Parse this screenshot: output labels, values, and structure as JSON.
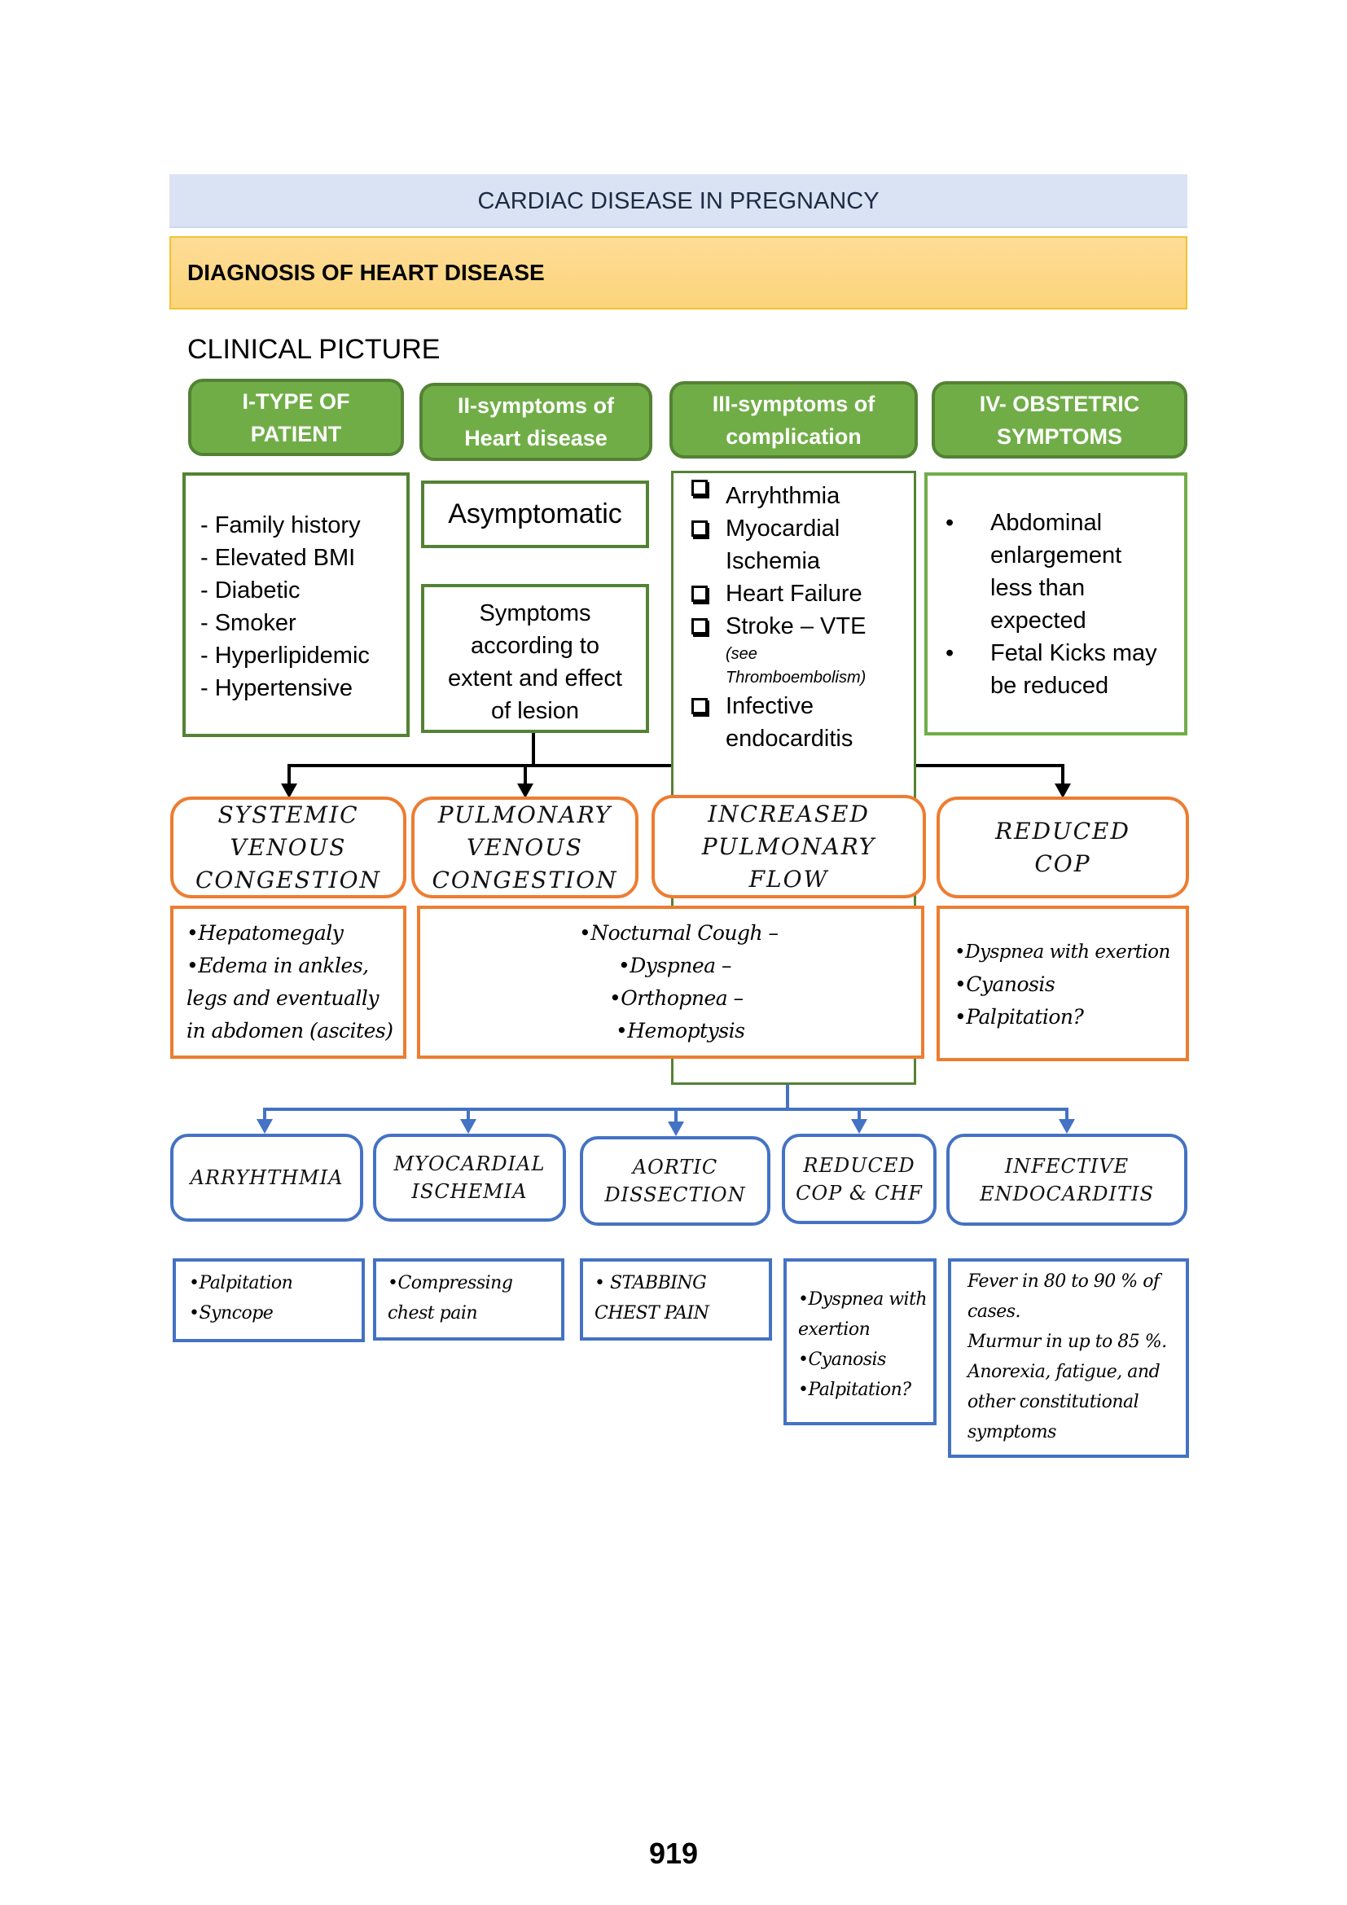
{
  "header": {
    "title": "CARDIAC DISEASE IN PREGNANCY",
    "section": "DIAGNOSIS OF HEART DISEASE",
    "subsection": "CLINICAL PICTURE"
  },
  "columns": {
    "type_of_patient": {
      "heading_line1": "I-TYPE OF",
      "heading_line2": "PATIENT",
      "items": [
        "- Family history",
        "- Elevated BMI",
        "- Diabetic",
        "- Smoker",
        "- Hyperlipidemic",
        "- Hypertensive"
      ]
    },
    "heart_disease": {
      "heading_line1": "II-symptoms of",
      "heading_line2": "Heart disease",
      "asymptomatic": "Asymptomatic",
      "symptoms_lines": [
        "Symptoms",
        "according to",
        "extent and effect",
        "of lesion"
      ]
    },
    "complication": {
      "heading_line1": "III-symptoms of",
      "heading_line2": "complication",
      "items": [
        {
          "label": "Arryhthmia"
        },
        {
          "label": "Myocardial Ischemia"
        },
        {
          "label": "Heart Failure"
        },
        {
          "label": "Stroke – VTE",
          "note": "(see Thromboembolism)"
        },
        {
          "label": "Infective endocarditis"
        }
      ]
    },
    "obstetric": {
      "heading_line1": "IV- OBSTETRIC",
      "heading_line2": "SYMPTOMS",
      "items": [
        "Abdominal enlargement less than expected",
        "Fetal Kicks may be reduced"
      ]
    }
  },
  "heart_effects": [
    {
      "title_lines": [
        "SYSTEMIC",
        "VENOUS",
        "CONGESTION"
      ],
      "details": [
        "•Hepatomegaly",
        "•Edema in ankles, legs and eventually in abdomen (ascites)"
      ]
    },
    {
      "title_lines": [
        "PULMONARY",
        "VENOUS",
        "CONGESTION"
      ]
    },
    {
      "title_lines": [
        "INCREASED",
        "PULMONARY",
        "FLOW"
      ]
    },
    {
      "title_lines": [
        "REDUCED",
        "COP"
      ],
      "details": [
        "•Dyspnea with exertion",
        "•Cyanosis",
        "•Palpitation?"
      ]
    }
  ],
  "pulmonary_details": [
    "•Nocturnal Cough –",
    "•Dyspnea –",
    "•Orthopnea –",
    "•Hemoptysis"
  ],
  "complications": [
    {
      "title_lines": [
        "ARRYHTHMIA"
      ],
      "details": [
        "•Palpitation",
        "•Syncope"
      ]
    },
    {
      "title_lines": [
        "MYOCARDIAL",
        "ISCHEMIA"
      ],
      "details": [
        "•Compressing chest pain"
      ]
    },
    {
      "title_lines": [
        "AORTIC",
        "DISSECTION"
      ],
      "details": [
        "• STABBING CHEST PAIN"
      ]
    },
    {
      "title_lines": [
        "REDUCED",
        "COP & CHF"
      ],
      "details": [
        "•Dyspnea with exertion",
        "•Cyanosis",
        "•Palpitation?"
      ]
    },
    {
      "title_lines": [
        "INFECTIVE",
        "ENDOCARDITIS"
      ],
      "details": [
        "Fever in 80 to 90 % of cases.",
        "Murmur in up to 85 %.",
        "Anorexia, fatigue, and other constitutional symptoms"
      ]
    }
  ],
  "icons": {
    "checkbox": "checkbox-icon",
    "bullet": "bullet-icon",
    "arrow": "arrow-down-icon"
  },
  "colors": {
    "title_banner": "#dae3f3",
    "section_banner": "#fdd88a",
    "green_fill": "#70ad47",
    "green_border": "#548235",
    "orange": "#ed7d31",
    "blue": "#4472c4"
  },
  "footer": {
    "page_number": "919"
  }
}
